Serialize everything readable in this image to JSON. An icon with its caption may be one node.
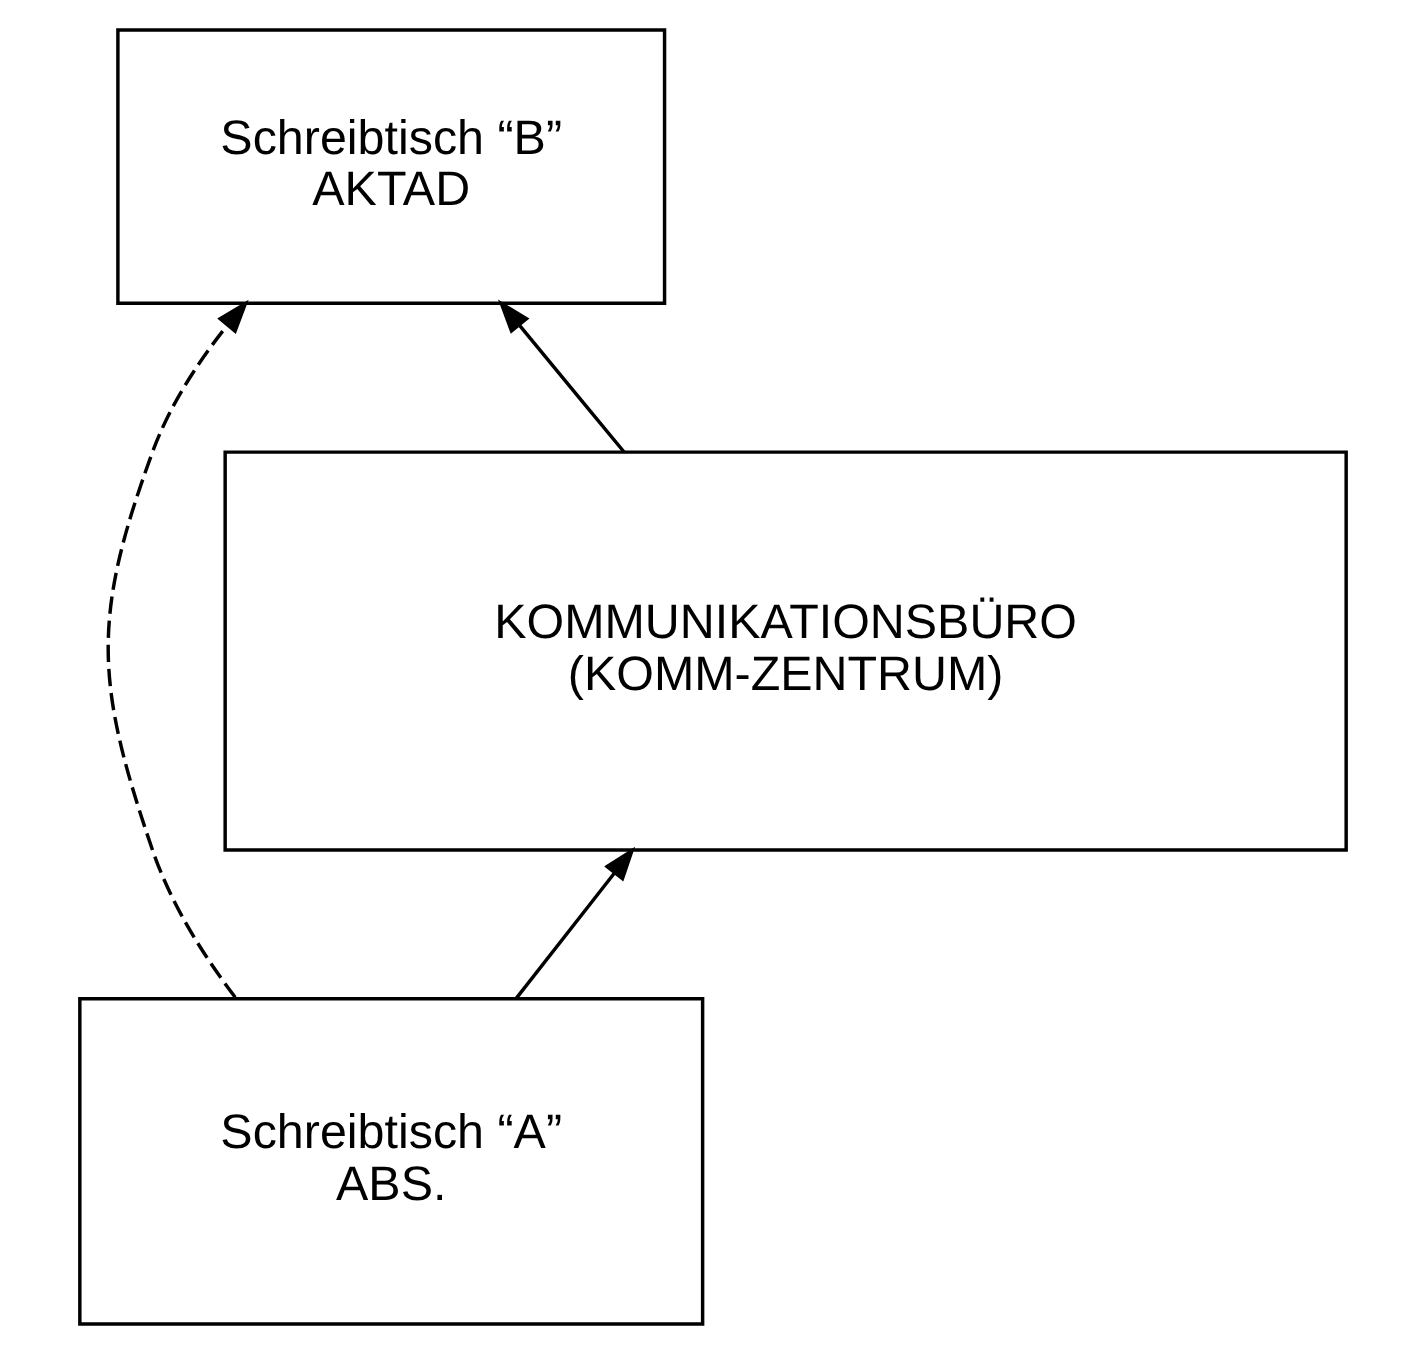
{
  "diagram": {
    "nodes": [
      {
        "text": [
          "Schreibtisch “B” AKTAD"
        ]
      },
      {
        "text": [
          "KOMMUNIKATIONSBÜRO (KOMM-ZENTRUM)"
        ]
      },
      {
        "text": [
          "Schreibtisch “A” ABS."
        ]
      }
    ],
    "edges": [
      {
        "from": 1,
        "to": 0,
        "arrow": "to"
      },
      {
        "from": 2,
        "to": 0,
        "arrow": "to",
        "style": "dashed"
      },
      {
        "from": 2,
        "to": 1,
        "arrow": "to"
      }
    ]
  }
}
